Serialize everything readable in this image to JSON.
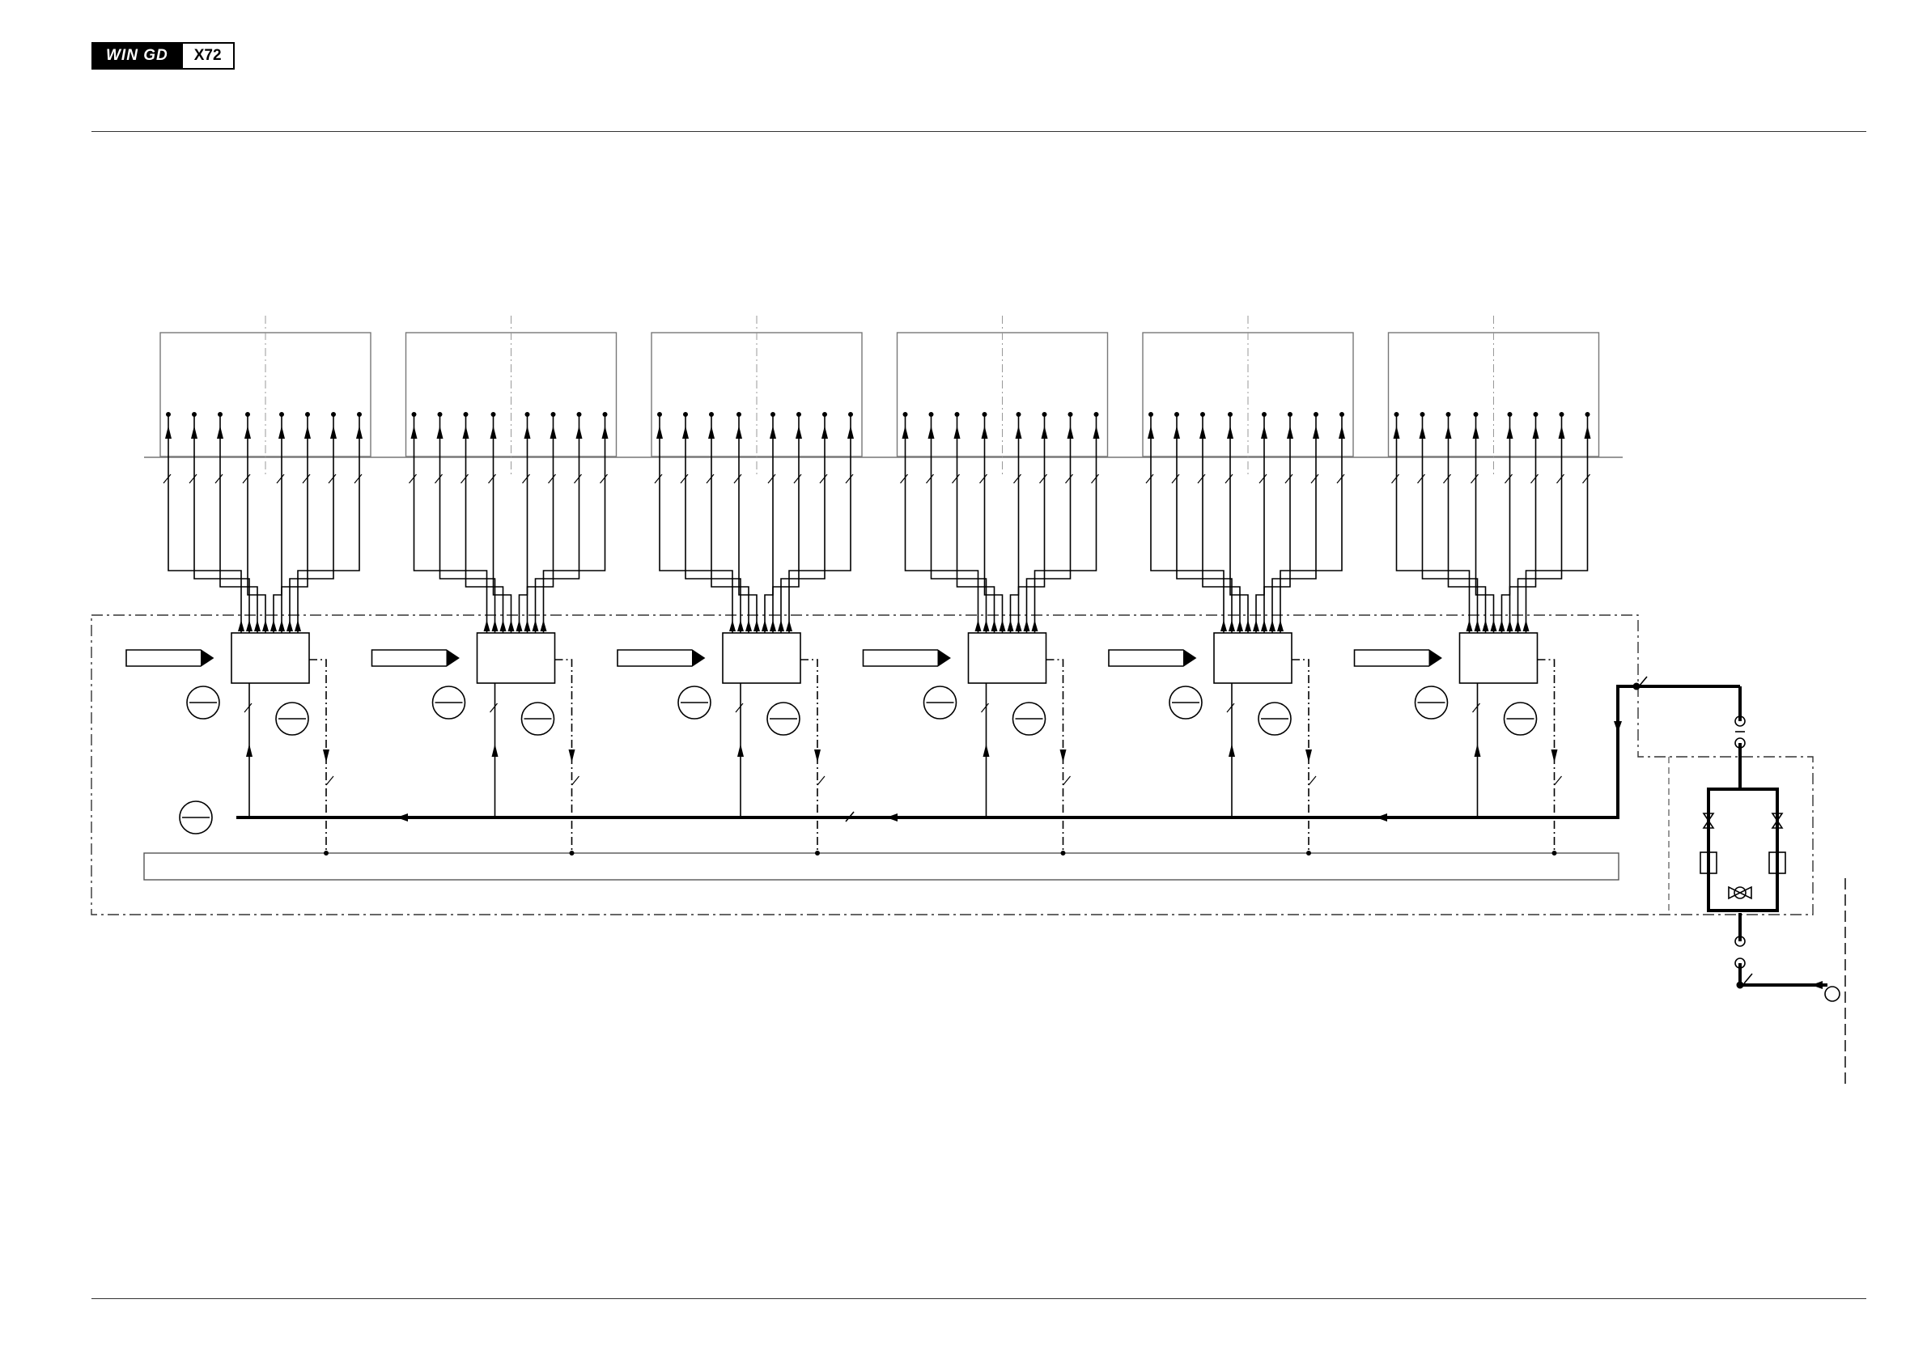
{
  "header": {
    "brand": "WIN GD",
    "model": "X72"
  },
  "diagram": {
    "cylinder_units": 6,
    "outlets_per_unit": 8,
    "colors": {
      "line": "#000000",
      "frame": "#7a7a7a",
      "dash": "#555555",
      "background": "#ffffff"
    }
  }
}
